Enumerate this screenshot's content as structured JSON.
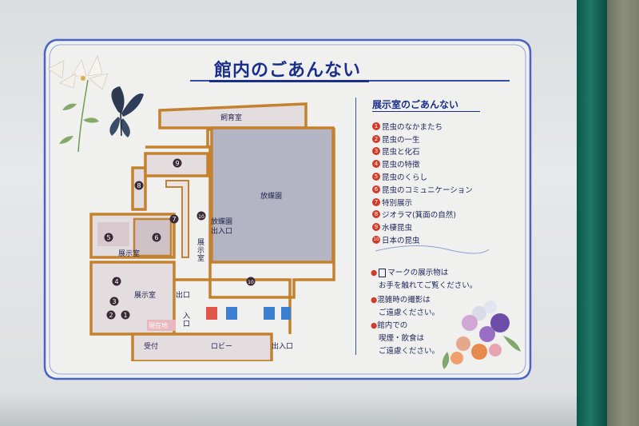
{
  "sign": {
    "title": "館内のごあんない",
    "legend_title": "展示室のごあんない",
    "legend": [
      {
        "num": "1",
        "label": "昆虫のなかまたち"
      },
      {
        "num": "2",
        "label": "昆虫の一生"
      },
      {
        "num": "3",
        "label": "昆虫と化石"
      },
      {
        "num": "4",
        "label": "昆虫の特徴"
      },
      {
        "num": "5",
        "label": "昆虫のくらし"
      },
      {
        "num": "6",
        "label": "昆虫のコミュニケーション"
      },
      {
        "num": "7",
        "label": "特別展示"
      },
      {
        "num": "8",
        "label": "ジオラマ(箕面の自然)"
      },
      {
        "num": "9",
        "label": "水棲昆虫"
      },
      {
        "num": "10",
        "label": "日本の昆虫"
      }
    ],
    "notices": [
      {
        "lines": [
          "マークの展示物は",
          "お手を触れてご覧ください。"
        ]
      },
      {
        "lines": [
          "混雑時の撮影は",
          "ご遠慮ください。"
        ]
      },
      {
        "lines": [
          "館内での",
          "喫煙・飲食は",
          "ご遠慮ください。"
        ]
      }
    ]
  },
  "plan": {
    "rooms": {
      "breeding": "飼育室",
      "butterfly_house": "放蝶園",
      "butterfly_entrance_1": "放蝶園",
      "butterfly_entrance_2": "出入口",
      "exhibit_upper": "展示室",
      "exhibit_lower": "展示室",
      "exhibit_vertical": "展示室",
      "exit": "出口",
      "entrance": "入口",
      "current_location": "現在地",
      "reception": "受付",
      "lobby": "ロビー",
      "main_entrance": "出入口"
    },
    "markers": [
      "1",
      "2",
      "3",
      "4",
      "5",
      "6",
      "7",
      "8",
      "9",
      "10"
    ]
  },
  "colors": {
    "wall": "#c4812f",
    "room_fill": "#d9d0d3",
    "butterfly_fill": "#b4b6c4",
    "accent_blue": "#1a2f8a",
    "marker_red": "#d23b2a"
  }
}
